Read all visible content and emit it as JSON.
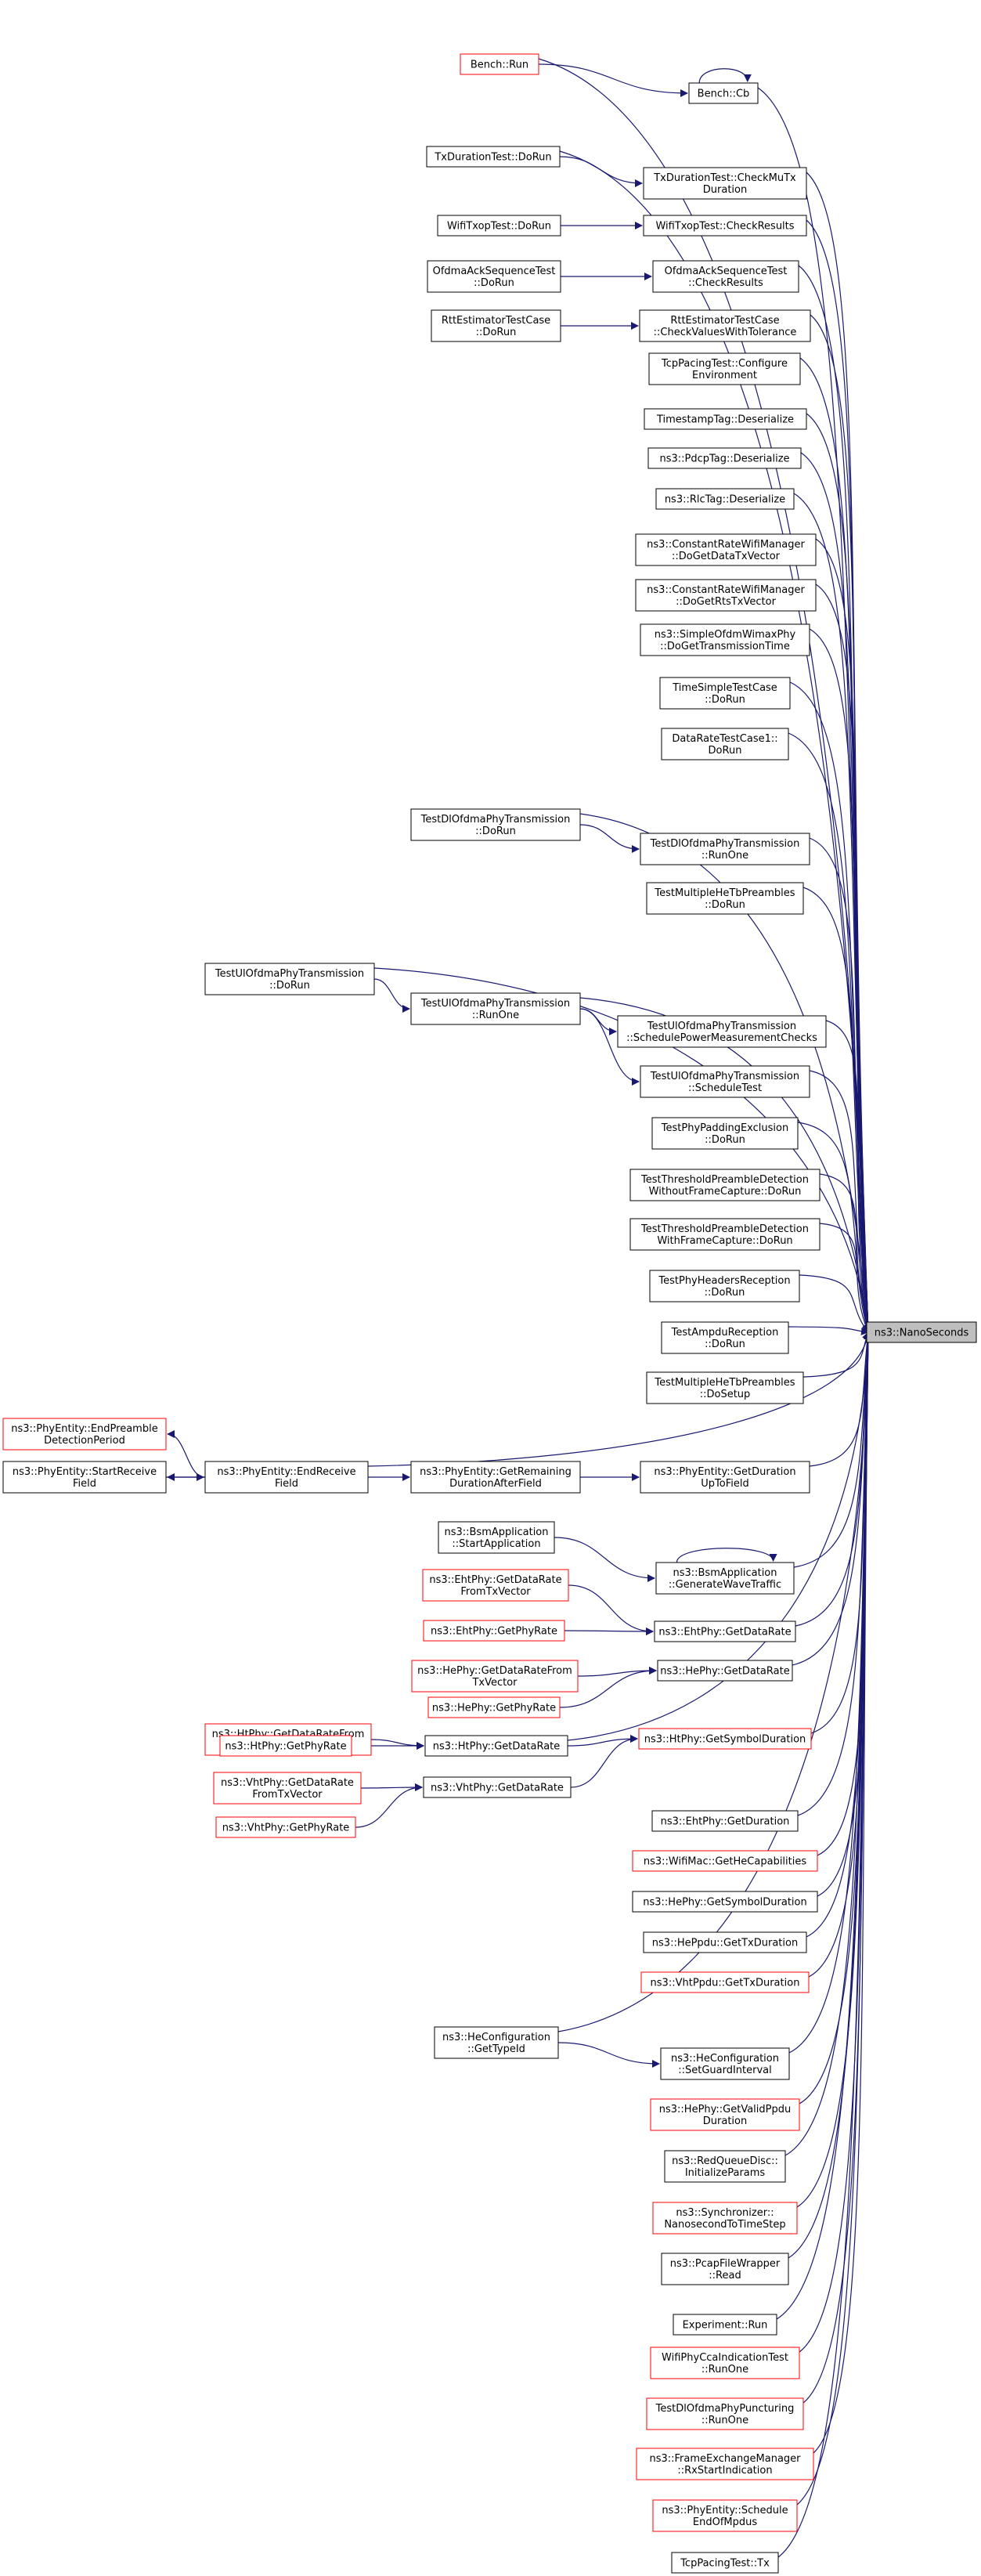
{
  "graph": {
    "title": "",
    "colors": {
      "edge": "#191970",
      "border_normal": "#000000",
      "border_truncated": "#ff0000",
      "target_fill": "#bfbfbf",
      "node_fill": "#ffffff"
    },
    "target": {
      "id": "nano",
      "label": [
        "ns3::NanoSeconds"
      ]
    },
    "nodes": [
      {
        "id": "bench_run",
        "label": [
          "Bench::Run"
        ],
        "red": true
      },
      {
        "id": "bench_cb",
        "label": [
          "Bench::Cb"
        ],
        "red": false
      },
      {
        "id": "txdur_dorun",
        "label": [
          "TxDurationTest::DoRun"
        ],
        "red": false
      },
      {
        "id": "txdur_check",
        "label": [
          "TxDurationTest::CheckMuTx",
          "Duration"
        ],
        "red": false
      },
      {
        "id": "wifitxop_dorun",
        "label": [
          "WifiTxopTest::DoRun"
        ],
        "red": false
      },
      {
        "id": "wifitxop_check",
        "label": [
          "WifiTxopTest::CheckResults"
        ],
        "red": false
      },
      {
        "id": "ofdmaack_dorun",
        "label": [
          "OfdmaAckSequenceTest",
          "::DoRun"
        ],
        "red": false
      },
      {
        "id": "ofdmaack_check",
        "label": [
          "OfdmaAckSequenceTest",
          "::CheckResults"
        ],
        "red": false
      },
      {
        "id": "rtt_dorun",
        "label": [
          "RttEstimatorTestCase",
          "::DoRun"
        ],
        "red": false
      },
      {
        "id": "rtt_check",
        "label": [
          "RttEstimatorTestCase",
          "::CheckValuesWithTolerance"
        ],
        "red": false
      },
      {
        "id": "tcppacing_conf",
        "label": [
          "TcpPacingTest::Configure",
          "Environment"
        ],
        "red": false
      },
      {
        "id": "timestamp_deser",
        "label": [
          "TimestampTag::Deserialize"
        ],
        "red": false
      },
      {
        "id": "pdcp_deser",
        "label": [
          "ns3::PdcpTag::Deserialize"
        ],
        "red": false
      },
      {
        "id": "rlc_deser",
        "label": [
          "ns3::RlcTag::Deserialize"
        ],
        "red": false
      },
      {
        "id": "crwm_data",
        "label": [
          "ns3::ConstantRateWifiManager",
          "::DoGetDataTxVector"
        ],
        "red": false
      },
      {
        "id": "crwm_rts",
        "label": [
          "ns3::ConstantRateWifiManager",
          "::DoGetRtsTxVector"
        ],
        "red": false
      },
      {
        "id": "simpleofdm",
        "label": [
          "ns3::SimpleOfdmWimaxPhy",
          "::DoGetTransmissionTime"
        ],
        "red": false
      },
      {
        "id": "timesimple",
        "label": [
          "TimeSimpleTestCase",
          "::DoRun"
        ],
        "red": false
      },
      {
        "id": "datarate",
        "label": [
          "DataRateTestCase1::",
          "DoRun"
        ],
        "red": false
      },
      {
        "id": "dlofdma_dorun",
        "label": [
          "TestDlOfdmaPhyTransmission",
          "::DoRun"
        ],
        "red": false
      },
      {
        "id": "dlofdma_runone",
        "label": [
          "TestDlOfdmaPhyTransmission",
          "::RunOne"
        ],
        "red": false
      },
      {
        "id": "multihetb_dorun",
        "label": [
          "TestMultipleHeTbPreambles",
          "::DoRun"
        ],
        "red": false
      },
      {
        "id": "ulofdma_dorun",
        "label": [
          "TestUlOfdmaPhyTransmission",
          "::DoRun"
        ],
        "red": false
      },
      {
        "id": "ulofdma_runone",
        "label": [
          "TestUlOfdmaPhyTransmission",
          "::RunOne"
        ],
        "red": false
      },
      {
        "id": "ulofdma_sched_pow",
        "label": [
          "TestUlOfdmaPhyTransmission",
          "::SchedulePowerMeasurementChecks"
        ],
        "red": false
      },
      {
        "id": "ulofdma_sched_test",
        "label": [
          "TestUlOfdmaPhyTransmission",
          "::ScheduleTest"
        ],
        "red": false
      },
      {
        "id": "phypadding",
        "label": [
          "TestPhyPaddingExclusion",
          "::DoRun"
        ],
        "red": false
      },
      {
        "id": "thresh_without",
        "label": [
          "TestThresholdPreambleDetection",
          "WithoutFrameCapture::DoRun"
        ],
        "red": false
      },
      {
        "id": "thresh_with",
        "label": [
          "TestThresholdPreambleDetection",
          "WithFrameCapture::DoRun"
        ],
        "red": false
      },
      {
        "id": "phyheaders",
        "label": [
          "TestPhyHeadersReception",
          "::DoRun"
        ],
        "red": false
      },
      {
        "id": "ampdu",
        "label": [
          "TestAmpduReception",
          "::DoRun"
        ],
        "red": false
      },
      {
        "id": "multihetb_setup",
        "label": [
          "TestMultipleHeTbPreambles",
          "::DoSetup"
        ],
        "red": false
      },
      {
        "id": "pe_endpreamble",
        "label": [
          "ns3::PhyEntity::EndPreamble",
          "DetectionPeriod"
        ],
        "red": true
      },
      {
        "id": "pe_startreceive",
        "label": [
          "ns3::PhyEntity::StartReceive",
          "Field"
        ],
        "red": false
      },
      {
        "id": "pe_endreceive",
        "label": [
          "ns3::PhyEntity::EndReceive",
          "Field"
        ],
        "red": false
      },
      {
        "id": "pe_getremaining",
        "label": [
          "ns3::PhyEntity::GetRemaining",
          "DurationAfterField"
        ],
        "red": false
      },
      {
        "id": "pe_getduration",
        "label": [
          "ns3::PhyEntity::GetDuration",
          "UpToField"
        ],
        "red": false
      },
      {
        "id": "bsm_start",
        "label": [
          "ns3::BsmApplication",
          "::StartApplication"
        ],
        "red": false
      },
      {
        "id": "bsm_gen",
        "label": [
          "ns3::BsmApplication",
          "::GenerateWaveTraffic"
        ],
        "red": false
      },
      {
        "id": "eht_getdrtx",
        "label": [
          "ns3::EhtPhy::GetDataRate",
          "FromTxVector"
        ],
        "red": true
      },
      {
        "id": "eht_getphyrate",
        "label": [
          "ns3::EhtPhy::GetPhyRate"
        ],
        "red": true
      },
      {
        "id": "eht_getdr",
        "label": [
          "ns3::EhtPhy::GetDataRate"
        ],
        "red": false
      },
      {
        "id": "he_getdrtx",
        "label": [
          "ns3::HePhy::GetDataRateFrom",
          "TxVector"
        ],
        "red": true
      },
      {
        "id": "he_getphyrate",
        "label": [
          "ns3::HePhy::GetPhyRate"
        ],
        "red": true
      },
      {
        "id": "he_getdr",
        "label": [
          "ns3::HePhy::GetDataRate"
        ],
        "red": false
      },
      {
        "id": "ht_getdrtx",
        "label": [
          "ns3::HtPhy::GetDataRateFrom",
          "TxVector"
        ],
        "red": true
      },
      {
        "id": "ht_getphyrate",
        "label": [
          "ns3::HtPhy::GetPhyRate"
        ],
        "red": true
      },
      {
        "id": "ht_getdr",
        "label": [
          "ns3::HtPhy::GetDataRate"
        ],
        "red": false
      },
      {
        "id": "ht_getsym",
        "label": [
          "ns3::HtPhy::GetSymbolDuration"
        ],
        "red": true
      },
      {
        "id": "vht_getdrtx",
        "label": [
          "ns3::VhtPhy::GetDataRate",
          "FromTxVector"
        ],
        "red": true
      },
      {
        "id": "vht_getphyrate",
        "label": [
          "ns3::VhtPhy::GetPhyRate"
        ],
        "red": true
      },
      {
        "id": "vht_getdr",
        "label": [
          "ns3::VhtPhy::GetDataRate"
        ],
        "red": false
      },
      {
        "id": "eht_getduration",
        "label": [
          "ns3::EhtPhy::GetDuration"
        ],
        "red": false
      },
      {
        "id": "wifimac_gethecap",
        "label": [
          "ns3::WifiMac::GetHeCapabilities"
        ],
        "red": true
      },
      {
        "id": "he_getsym",
        "label": [
          "ns3::HePhy::GetSymbolDuration"
        ],
        "red": false
      },
      {
        "id": "heppdu_gettx",
        "label": [
          "ns3::HePpdu::GetTxDuration"
        ],
        "red": false
      },
      {
        "id": "vhtppdu_gettx",
        "label": [
          "ns3::VhtPpdu::GetTxDuration"
        ],
        "red": true
      },
      {
        "id": "heconf_gettypeid",
        "label": [
          "ns3::HeConfiguration",
          "::GetTypeId"
        ],
        "red": false
      },
      {
        "id": "heconf_setguard",
        "label": [
          "ns3::HeConfiguration",
          "::SetGuardInterval"
        ],
        "red": false
      },
      {
        "id": "he_getvalidppdu",
        "label": [
          "ns3::HePhy::GetValidPpdu",
          "Duration"
        ],
        "red": true
      },
      {
        "id": "redqueue_init",
        "label": [
          "ns3::RedQueueDisc::",
          "InitializeParams"
        ],
        "red": false
      },
      {
        "id": "sync_nano",
        "label": [
          "ns3::Synchronizer::",
          "NanosecondToTimeStep"
        ],
        "red": true
      },
      {
        "id": "pcap_read",
        "label": [
          "ns3::PcapFileWrapper",
          "::Read"
        ],
        "red": false
      },
      {
        "id": "experiment_run",
        "label": [
          "Experiment::Run"
        ],
        "red": false
      },
      {
        "id": "wifiphycca_runone",
        "label": [
          "WifiPhyCcaIndicationTest",
          "::RunOne"
        ],
        "red": true
      },
      {
        "id": "dlofdmapunct_runone",
        "label": [
          "TestDlOfdmaPhyPuncturing",
          "::RunOne"
        ],
        "red": true
      },
      {
        "id": "fem_rxstart",
        "label": [
          "ns3::FrameExchangeManager",
          "::RxStartIndication"
        ],
        "red": true
      },
      {
        "id": "pe_schedule",
        "label": [
          "ns3::PhyEntity::Schedule",
          "EndOfMpdus"
        ],
        "red": true
      },
      {
        "id": "tcppacing_tx",
        "label": [
          "TcpPacingTest::Tx"
        ],
        "red": false
      }
    ],
    "edges": [
      [
        "bench_run",
        "bench_cb"
      ],
      [
        "bench_cb",
        "bench_cb"
      ],
      [
        "txdur_dorun",
        "txdur_check"
      ],
      [
        "wifitxop_dorun",
        "wifitxop_check"
      ],
      [
        "ofdmaack_dorun",
        "ofdmaack_check"
      ],
      [
        "rtt_dorun",
        "rtt_check"
      ],
      [
        "dlofdma_dorun",
        "dlofdma_runone"
      ],
      [
        "ulofdma_dorun",
        "ulofdma_runone"
      ],
      [
        "ulofdma_runone",
        "ulofdma_sched_pow"
      ],
      [
        "ulofdma_runone",
        "ulofdma_sched_test"
      ],
      [
        "pe_endreceive",
        "pe_endpreamble"
      ],
      [
        "pe_endreceive",
        "pe_startreceive"
      ],
      [
        "pe_startreceive",
        "pe_endreceive"
      ],
      [
        "pe_endreceive",
        "pe_getremaining"
      ],
      [
        "pe_getremaining",
        "pe_getduration"
      ],
      [
        "bsm_start",
        "bsm_gen"
      ],
      [
        "bsm_gen",
        "bsm_gen"
      ],
      [
        "eht_getdrtx",
        "eht_getdr"
      ],
      [
        "eht_getphyrate",
        "eht_getdr"
      ],
      [
        "he_getdrtx",
        "he_getdr"
      ],
      [
        "he_getphyrate",
        "he_getdr"
      ],
      [
        "ht_getdrtx",
        "ht_getdr"
      ],
      [
        "ht_getphyrate",
        "ht_getdr"
      ],
      [
        "ht_getdr",
        "ht_getsym"
      ],
      [
        "vht_getdrtx",
        "vht_getdr"
      ],
      [
        "vht_getphyrate",
        "vht_getdr"
      ],
      [
        "vht_getdr",
        "ht_getsym"
      ],
      [
        "heconf_gettypeid",
        "heconf_setguard"
      ]
    ],
    "target_callers": [
      "bench_run",
      "bench_cb",
      "txdur_dorun",
      "txdur_check",
      "wifitxop_check",
      "ofdmaack_check",
      "rtt_check",
      "tcppacing_conf",
      "timestamp_deser",
      "pdcp_deser",
      "rlc_deser",
      "crwm_data",
      "crwm_rts",
      "simpleofdm",
      "timesimple",
      "datarate",
      "dlofdma_dorun",
      "dlofdma_runone",
      "multihetb_dorun",
      "ulofdma_dorun",
      "ulofdma_runone",
      "ulofdma_sched_pow",
      "ulofdma_sched_test",
      "phypadding",
      "thresh_without",
      "thresh_with",
      "phyheaders",
      "ampdu",
      "multihetb_setup",
      "pe_endreceive",
      "pe_getduration",
      "bsm_gen",
      "eht_getdr",
      "he_getdr",
      "ht_getdr",
      "ht_getsym",
      "eht_getduration",
      "wifimac_gethecap",
      "he_getsym",
      "heppdu_gettx",
      "vhtppdu_gettx",
      "heconf_gettypeid",
      "heconf_setguard",
      "he_getvalidppdu",
      "redqueue_init",
      "sync_nano",
      "pcap_read",
      "experiment_run",
      "wifiphycca_runone",
      "dlofdmapunct_runone",
      "fem_rxstart",
      "pe_schedule",
      "tcppacing_tx"
    ]
  }
}
